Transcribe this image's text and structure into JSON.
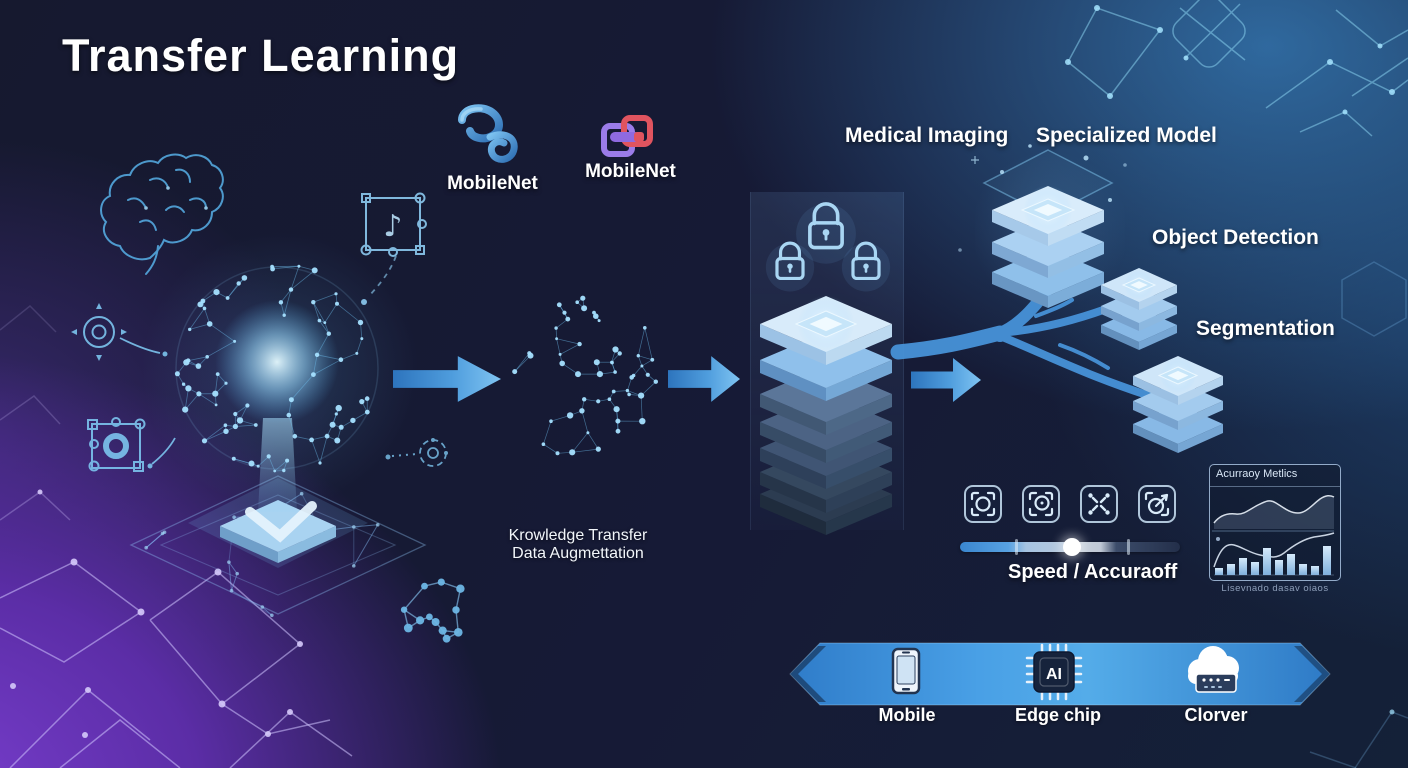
{
  "page_title": "Transfer Learning",
  "logos": [
    {
      "label": "MobileNet",
      "icon": "swirl-logo-icon"
    },
    {
      "label": "MobileNet",
      "icon": "chain-links-logo-icon"
    }
  ],
  "labels": {
    "medical_imaging": "Medical Imaging",
    "specialized_model": "Specialized Model",
    "object_detection": "Object Detection",
    "segmentation": "Segmentation",
    "knowledge_transfer_line1": "Krowledge Transfer",
    "knowledge_transfer_line2": "Data Augmettation"
  },
  "controls": {
    "slider_label": "Speed / Accuraoff",
    "slider_value_percent": 51,
    "icons": [
      "focus-scan-icon",
      "target-scan-icon",
      "expand-arrows-icon",
      "scan-arrow-icon"
    ]
  },
  "metrics_card": {
    "title": "Acurraoy Metlics",
    "caption": "Lisevnado dasav oiaos"
  },
  "banner": {
    "chip_text": "AI",
    "items": [
      {
        "label": "Mobile",
        "icon": "smartphone-icon"
      },
      {
        "label": "Edge chip",
        "icon": "ai-chip-icon"
      },
      {
        "label": "Clorver",
        "icon": "cloud-server-icon"
      }
    ]
  },
  "colors": {
    "accent_blue": "#4aa3e8",
    "light_blue": "#9fd0f0",
    "navy": "#161a36",
    "purple": "#6a35c2",
    "slider_knob": "#ffffff"
  },
  "chart_data": [
    {
      "type": "line",
      "title": "Acurraoy Metlics - top sparkline",
      "x": [
        1,
        2,
        3,
        4,
        5,
        6,
        7,
        8,
        9,
        10
      ],
      "values": [
        40,
        55,
        54,
        57,
        65,
        62,
        55,
        55,
        70,
        78
      ],
      "area_fill": true,
      "axis_labels": false,
      "ylim": [
        0,
        100
      ]
    },
    {
      "type": "bar",
      "title": "Acurraoy Metlics - bottom combo (bars + line)",
      "x": [
        1,
        2,
        3,
        4,
        5,
        6,
        7,
        8,
        9,
        10
      ],
      "values": [
        23,
        37,
        57,
        43,
        90,
        50,
        70,
        37,
        30,
        97
      ],
      "line_overlay": [
        20,
        45,
        52,
        50,
        47,
        44,
        40,
        42,
        55,
        63
      ],
      "ylim": [
        0,
        100
      ]
    }
  ]
}
